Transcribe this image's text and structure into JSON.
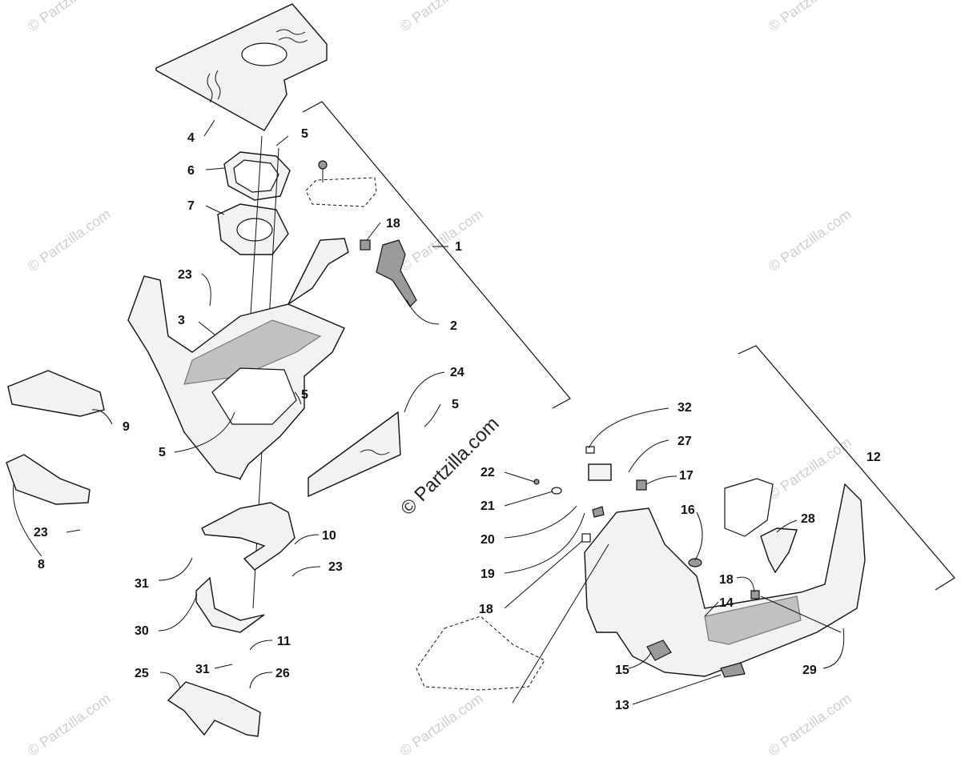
{
  "watermark": {
    "small_text": "© Partzilla.com",
    "center_text": "© Partzilla.com"
  },
  "callouts": [
    {
      "id": "c1",
      "text": "1"
    },
    {
      "id": "c2",
      "text": "2"
    },
    {
      "id": "c3",
      "text": "3"
    },
    {
      "id": "c4",
      "text": "4"
    },
    {
      "id": "c5a",
      "text": "5"
    },
    {
      "id": "c5b",
      "text": "5"
    },
    {
      "id": "c5c",
      "text": "5"
    },
    {
      "id": "c5d",
      "text": "5"
    },
    {
      "id": "c6",
      "text": "6"
    },
    {
      "id": "c7",
      "text": "7"
    },
    {
      "id": "c8",
      "text": "8"
    },
    {
      "id": "c9",
      "text": "9"
    },
    {
      "id": "c10",
      "text": "10"
    },
    {
      "id": "c11",
      "text": "11"
    },
    {
      "id": "c12",
      "text": "12"
    },
    {
      "id": "c13",
      "text": "13"
    },
    {
      "id": "c14",
      "text": "14"
    },
    {
      "id": "c15",
      "text": "15"
    },
    {
      "id": "c16",
      "text": "16"
    },
    {
      "id": "c17",
      "text": "17"
    },
    {
      "id": "c18a",
      "text": "18"
    },
    {
      "id": "c18b",
      "text": "18"
    },
    {
      "id": "c18c",
      "text": "18"
    },
    {
      "id": "c19",
      "text": "19"
    },
    {
      "id": "c20",
      "text": "20"
    },
    {
      "id": "c21",
      "text": "21"
    },
    {
      "id": "c22",
      "text": "22"
    },
    {
      "id": "c23a",
      "text": "23"
    },
    {
      "id": "c23b",
      "text": "23"
    },
    {
      "id": "c23c",
      "text": "23"
    },
    {
      "id": "c24",
      "text": "24"
    },
    {
      "id": "c25",
      "text": "25"
    },
    {
      "id": "c26",
      "text": "26"
    },
    {
      "id": "c27",
      "text": "27"
    },
    {
      "id": "c28",
      "text": "28"
    },
    {
      "id": "c29",
      "text": "29"
    },
    {
      "id": "c30",
      "text": "30"
    },
    {
      "id": "c31a",
      "text": "31"
    },
    {
      "id": "c31b",
      "text": "31"
    },
    {
      "id": "c32",
      "text": "32"
    }
  ]
}
